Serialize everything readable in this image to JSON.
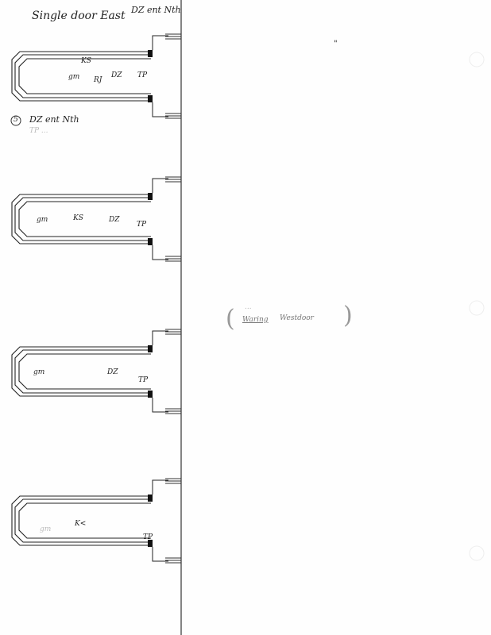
{
  "header": {
    "title": "Single door East",
    "top_right_note": "DZ ent Nth"
  },
  "note": {
    "number": "5",
    "text": "DZ ent Nth",
    "faint_text": "TP ..."
  },
  "rooms": [
    {
      "labels": [
        "gm",
        "KS",
        "RJ",
        "DZ",
        "TP"
      ]
    },
    {
      "labels": [
        "gm",
        "KS",
        "DZ",
        "TP"
      ]
    },
    {
      "labels": [
        "gm",
        "DZ",
        "TP"
      ]
    },
    {
      "labels": [
        "gm",
        "K<",
        "TP"
      ]
    }
  ],
  "side_note": {
    "faint": "...",
    "underlined": "Waring",
    "text": "Westdoor"
  },
  "quote_mark": "\""
}
